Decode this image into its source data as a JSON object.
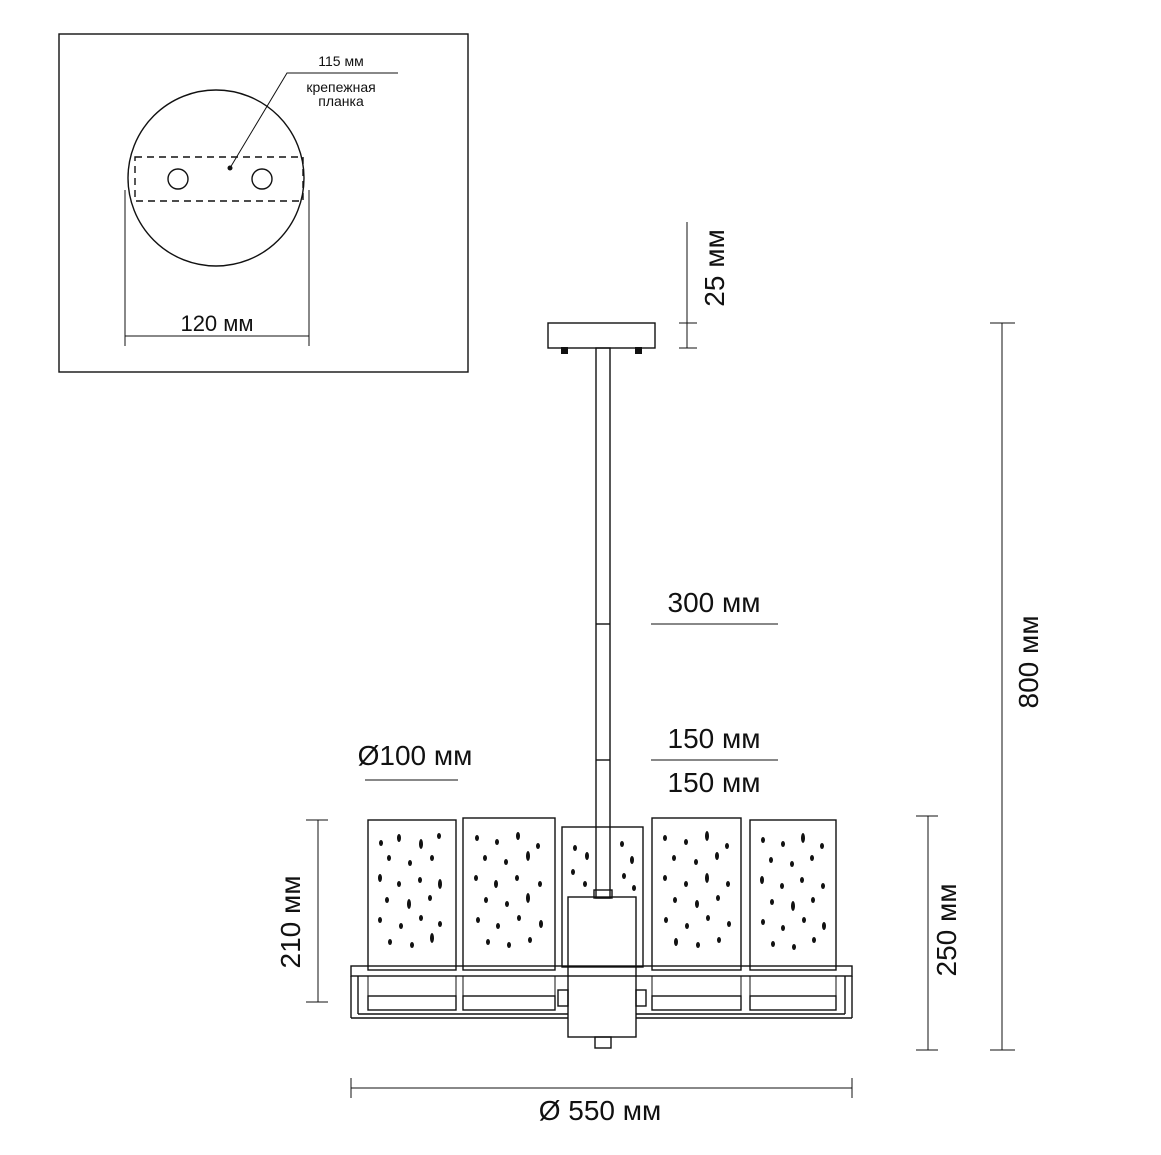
{
  "inset": {
    "bar_width": "115 мм",
    "bracket_label_line1": "крепежная",
    "bracket_label_line2": "планка",
    "plate_diameter": "120 мм"
  },
  "dimensions": {
    "canopy_height": "25 мм",
    "rod_length": "300 мм",
    "rod_segment_1": "150 мм",
    "rod_segment_2": "150 мм",
    "total_height": "800 мм",
    "shade_diameter": "Ø100 мм",
    "shade_height": "210 мм",
    "body_height": "250 мм",
    "overall_diameter": "Ø 550 мм"
  }
}
